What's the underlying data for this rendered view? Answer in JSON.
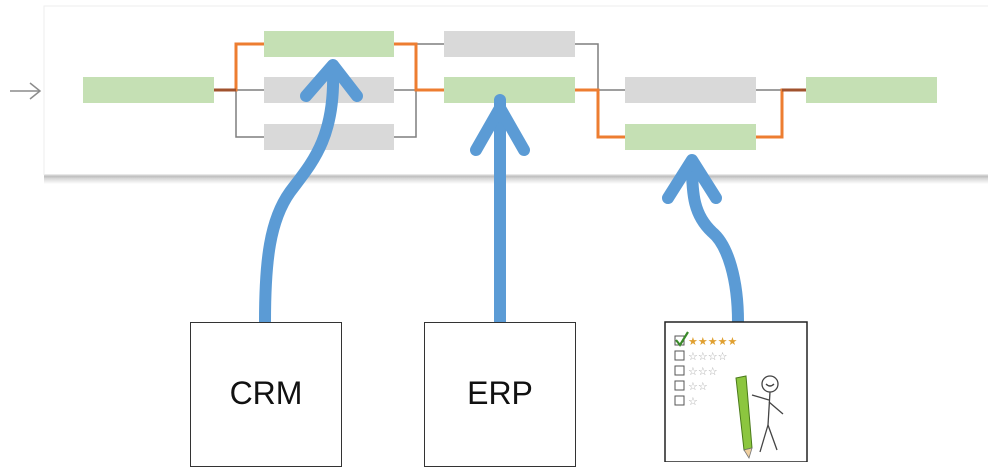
{
  "colors": {
    "step_active": "#c5e0b4",
    "step_inactive": "#d9d9d9",
    "path_active": "#ed7d31",
    "path_inactive": "#7f7f7f",
    "arrow": "#5b9bd5",
    "panel_shadow": "#bfbfbf"
  },
  "process": {
    "entry_icon": "right-arrow-icon",
    "steps": [
      {
        "id": "s1",
        "state": "active"
      },
      {
        "id": "s2a",
        "state": "active"
      },
      {
        "id": "s2b",
        "state": "inactive"
      },
      {
        "id": "s2c",
        "state": "inactive"
      },
      {
        "id": "s3a",
        "state": "inactive"
      },
      {
        "id": "s3b",
        "state": "active"
      },
      {
        "id": "s4a",
        "state": "inactive"
      },
      {
        "id": "s4b",
        "state": "active"
      },
      {
        "id": "s5",
        "state": "active"
      }
    ]
  },
  "sources": [
    {
      "label": "CRM",
      "target_step": "s2a"
    },
    {
      "label": "ERP",
      "target_step": "s3b"
    },
    {
      "label": "",
      "icon": "survey-rating-checklist-icon",
      "target_step": "s4b"
    }
  ]
}
